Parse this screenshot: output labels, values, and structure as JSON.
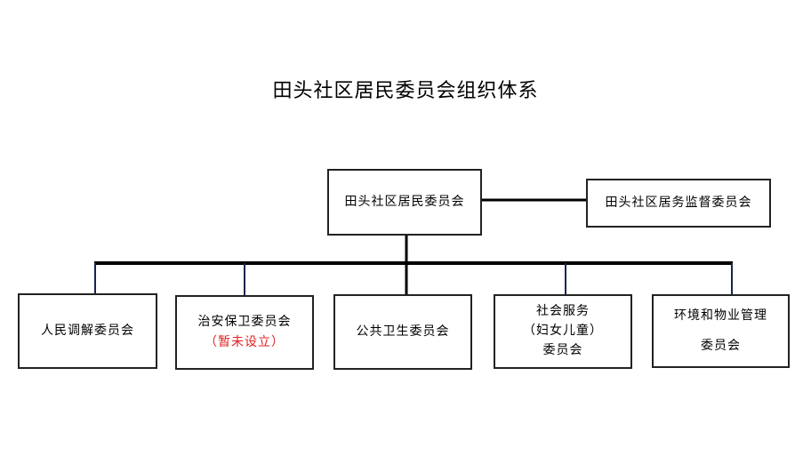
{
  "title": "田头社区居民委员会组织体系",
  "top": {
    "label": "田头社区居民委员会"
  },
  "supervisor": {
    "label": "田头社区居务监督委员会"
  },
  "children": [
    {
      "lines": [
        "人民调解委员会"
      ]
    },
    {
      "lines": [
        "治安保卫委员会"
      ],
      "note": "（暂未设立）"
    },
    {
      "lines": [
        "公共卫生委员会"
      ]
    },
    {
      "lines": [
        "社会服务",
        "（妇女儿童）",
        "委员会"
      ]
    },
    {
      "lines": [
        "环境和物业管理",
        "委员会"
      ]
    }
  ],
  "colors": {
    "connector": "#000000",
    "drop_line": "#1a2350",
    "note": "#e02020"
  }
}
